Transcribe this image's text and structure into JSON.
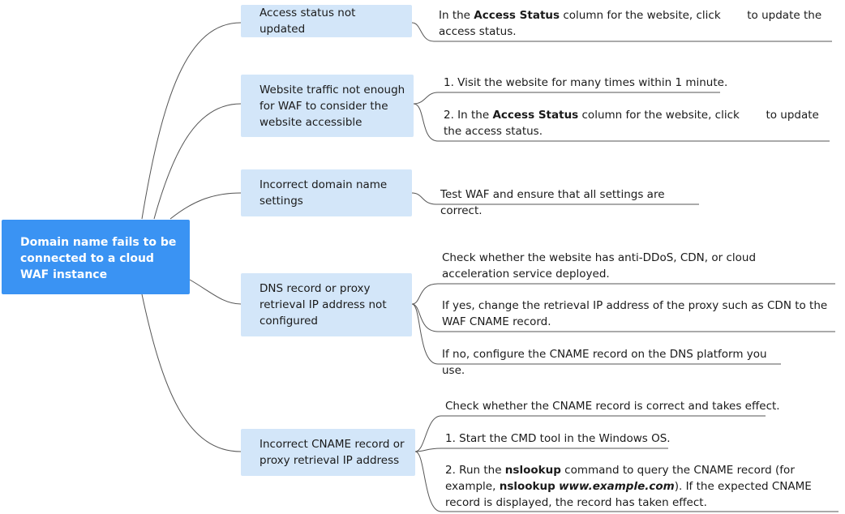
{
  "root": {
    "label": "Domain name fails to be connected to a cloud WAF instance"
  },
  "branches": [
    {
      "cause": "Access status not updated",
      "solutions": [
        {
          "pre": "In the ",
          "bold": "Access Status",
          "post": " column for the website, click",
          "icon": "refresh-icon",
          "tail": "to update the access status."
        }
      ]
    },
    {
      "cause": "Website traffic not enough for WAF to consider the website accessible",
      "solutions": [
        {
          "text": "1. Visit the website for many times within 1 minute."
        },
        {
          "pre": "2. In the ",
          "bold": "Access Status",
          "post": " column for the website, click",
          "icon": "refresh-icon",
          "tail": "to update the access status."
        }
      ]
    },
    {
      "cause": "Incorrect domain name settings",
      "solutions": [
        {
          "text": "Test WAF and ensure that all settings are correct."
        }
      ]
    },
    {
      "cause": "DNS record or proxy retrieval IP address not configured",
      "solutions": [
        {
          "text": "Check whether the website has anti-DDoS, CDN, or cloud acceleration service deployed."
        },
        {
          "text": "If yes, change the retrieval IP address of the proxy such as CDN to the WAF CNAME record."
        },
        {
          "text": "If no, configure the CNAME record on the DNS platform you use."
        }
      ]
    },
    {
      "cause": "Incorrect CNAME record or proxy retrieval IP address",
      "solutions": [
        {
          "text": "Check whether the CNAME record is correct and takes effect."
        },
        {
          "text": "1. Start the CMD tool in the Windows OS."
        },
        {
          "pre": "2. Run the ",
          "bold": "nslookup",
          "mid": " command to query the CNAME record (for example, ",
          "bold2": "nslookup",
          "italic": "www.example.com",
          "post": "). If the expected CNAME record is displayed, the record has taken effect."
        }
      ]
    }
  ]
}
